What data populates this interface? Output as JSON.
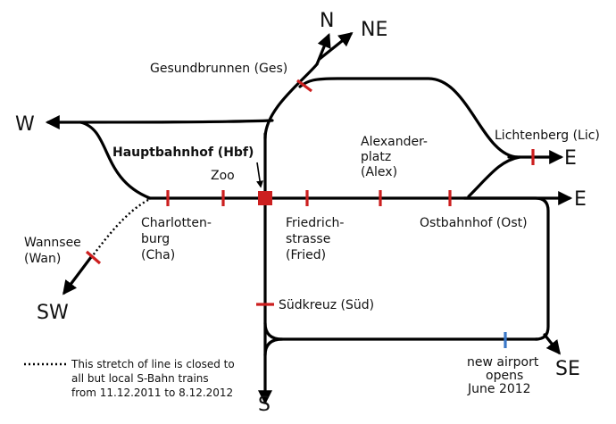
{
  "directions": {
    "n": "N",
    "ne": "NE",
    "w": "W",
    "e_upper": "E",
    "e_lower": "E",
    "sw": "SW",
    "s": "S",
    "se": "SE"
  },
  "stations": {
    "gesundbrunnen": "Gesundbrunnen (Ges)",
    "hauptbahnhof": "Hauptbahnhof (Hbf)",
    "zoo": "Zoo",
    "alexanderplatz": [
      "Alexander-",
      "platz",
      "(Alex)"
    ],
    "lichtenberg": "Lichtenberg (Lic)",
    "charlottenburg": [
      "Charlotten-",
      "burg",
      "(Cha)"
    ],
    "friedrichstrasse": [
      "Friedrich-",
      "strasse",
      "(Fried)"
    ],
    "ostbahnhof": "Ostbahnhof (Ost)",
    "wannsee": [
      "Wannsee",
      "(Wan)"
    ],
    "suedkreuz": "Südkreuz (Süd)"
  },
  "airport_note": [
    "new airport",
    "opens",
    "June 2012"
  ],
  "legend": [
    "This stretch of line is closed to",
    "all but local S-Bahn trains",
    "from 11.12.2011 to 8.12.2012"
  ],
  "colors": {
    "track": "#000000",
    "station": "#cc1f1f",
    "airport": "#3a78c8"
  }
}
